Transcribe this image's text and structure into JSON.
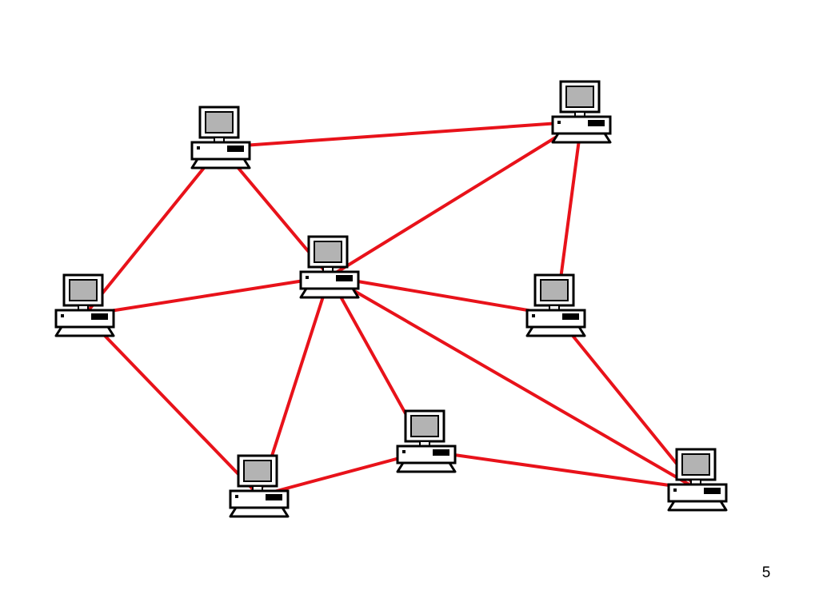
{
  "slide": {
    "number": "5"
  },
  "network": {
    "node_icon": "desktop-computer-icon",
    "link_color": "#e8121a",
    "screen_color": "#b3b3b3",
    "outline_color": "#000000",
    "nodes": [
      {
        "id": "top-left"
      },
      {
        "id": "top-right"
      },
      {
        "id": "center"
      },
      {
        "id": "left"
      },
      {
        "id": "right"
      },
      {
        "id": "bottom-left"
      },
      {
        "id": "bottom-center"
      },
      {
        "id": "bottom-right"
      }
    ],
    "links": [
      {
        "from": "top-left",
        "to": "top-right"
      },
      {
        "from": "top-left",
        "to": "left"
      },
      {
        "from": "top-left",
        "to": "center"
      },
      {
        "from": "top-right",
        "to": "center"
      },
      {
        "from": "top-right",
        "to": "right"
      },
      {
        "from": "left",
        "to": "center"
      },
      {
        "from": "left",
        "to": "bottom-left"
      },
      {
        "from": "center",
        "to": "right"
      },
      {
        "from": "center",
        "to": "bottom-left"
      },
      {
        "from": "center",
        "to": "bottom-center"
      },
      {
        "from": "center",
        "to": "bottom-right"
      },
      {
        "from": "right",
        "to": "bottom-right"
      },
      {
        "from": "bottom-left",
        "to": "bottom-center"
      },
      {
        "from": "bottom-center",
        "to": "bottom-right"
      }
    ]
  }
}
